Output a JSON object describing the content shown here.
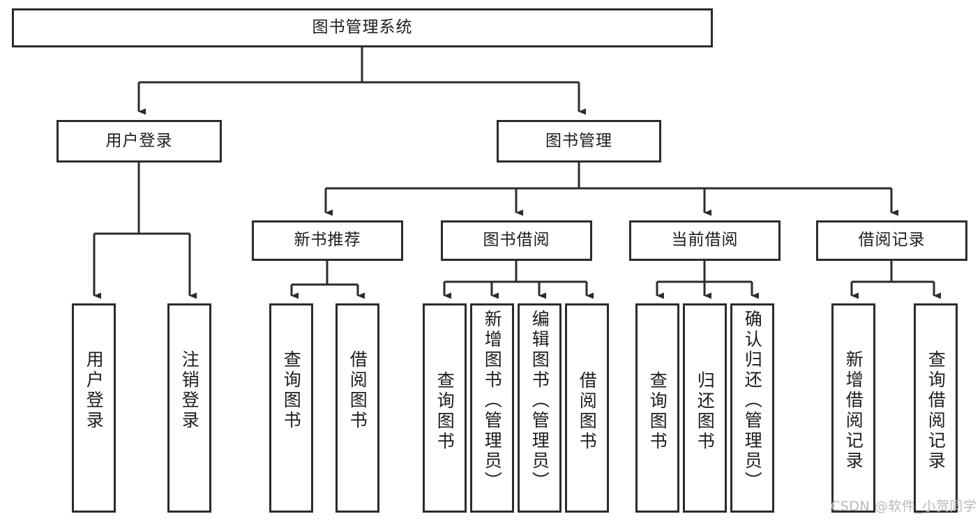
{
  "diagram": {
    "title": "图书管理系统",
    "type": "tree-hierarchy",
    "root": {
      "label": "图书管理系统"
    },
    "level1": [
      {
        "label": "用户登录"
      },
      {
        "label": "图书管理"
      }
    ],
    "level2": [
      {
        "label": "新书推荐"
      },
      {
        "label": "图书借阅"
      },
      {
        "label": "当前借阅"
      },
      {
        "label": "借阅记录"
      }
    ],
    "leaves": {
      "user_login": [
        {
          "label": "用户登录"
        },
        {
          "label": "注销登录"
        }
      ],
      "new_book_recommend": [
        {
          "label": "查询图书"
        },
        {
          "label": "借阅图书"
        }
      ],
      "book_borrow": [
        {
          "label": "查询图书"
        },
        {
          "label": "新增图书（管理员）"
        },
        {
          "label": "编辑图书（管理员）"
        },
        {
          "label": "借阅图书"
        }
      ],
      "current_borrow": [
        {
          "label": "查询图书"
        },
        {
          "label": "归还图书"
        },
        {
          "label": "确认归还（管理员）"
        }
      ],
      "borrow_record": [
        {
          "label": "新增借阅记录"
        },
        {
          "label": "查询借阅记录"
        }
      ]
    }
  },
  "watermark": {
    "text": "CSDN @软件_小贺同学"
  },
  "colors": {
    "stroke": "#2b2b2b",
    "background": "#ffffff",
    "text": "#1c1c1c",
    "watermark": "#b9b9b9"
  }
}
